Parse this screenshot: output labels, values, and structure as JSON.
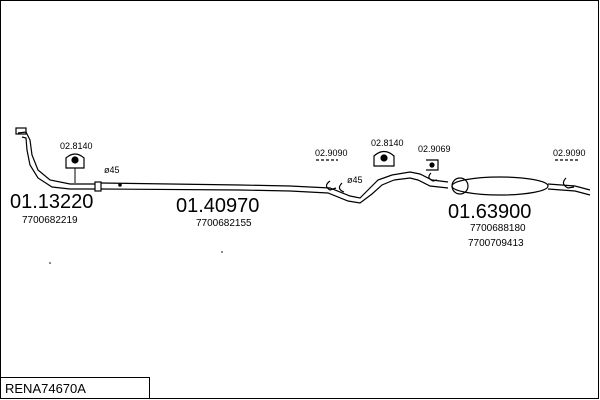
{
  "diagram": {
    "kit_code": "RENA74670A",
    "parts": [
      {
        "number": "01.13220",
        "oem": [
          "7700682219"
        ]
      },
      {
        "number": "01.40970",
        "oem": [
          "7700682155"
        ]
      },
      {
        "number": "01.63900",
        "oem": [
          "7700688180",
          "7700709413"
        ]
      }
    ],
    "fittings": [
      {
        "label": "02.8140"
      },
      {
        "label": "02.9090"
      },
      {
        "label": "02.8140"
      },
      {
        "label": "02.9069"
      },
      {
        "label": "02.9090"
      }
    ],
    "diameters": [
      {
        "label": "ø45"
      },
      {
        "label": "ø45"
      }
    ]
  }
}
